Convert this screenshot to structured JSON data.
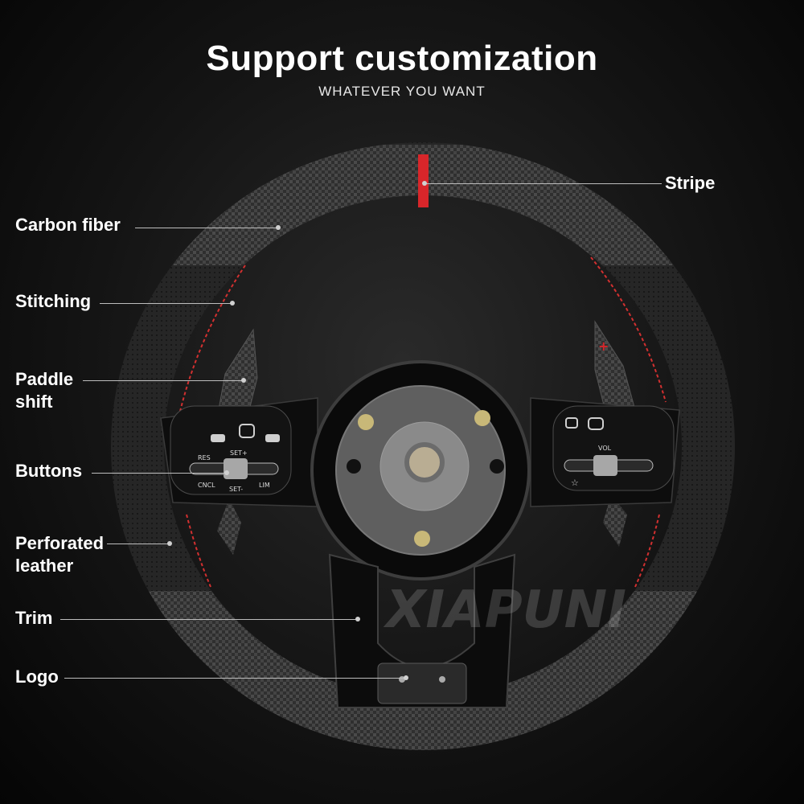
{
  "header": {
    "title": "Support customization",
    "subtitle": "WHATEVER YOU WANT"
  },
  "callouts": {
    "carbon_fiber": "Carbon fiber",
    "stitching": "Stitching",
    "paddle_shift_line1": "Paddle",
    "paddle_shift_line2": "shift",
    "buttons": "Buttons",
    "perforated_line1": "Perforated",
    "perforated_line2": "leather",
    "trim": "Trim",
    "logo": "Logo",
    "stripe": "Stripe"
  },
  "watermark": "XIAPUNI",
  "button_labels": {
    "res": "RES",
    "set_plus": "SET+",
    "cncl": "CNCL",
    "set_minus": "SET-",
    "lim": "LIM",
    "vol": "VOL"
  },
  "colors": {
    "stripe": "#d8262a",
    "stitching": "#d23030",
    "leather": "#2a2a2a",
    "carbon": "#3a3a3a",
    "text": "#ffffff"
  }
}
